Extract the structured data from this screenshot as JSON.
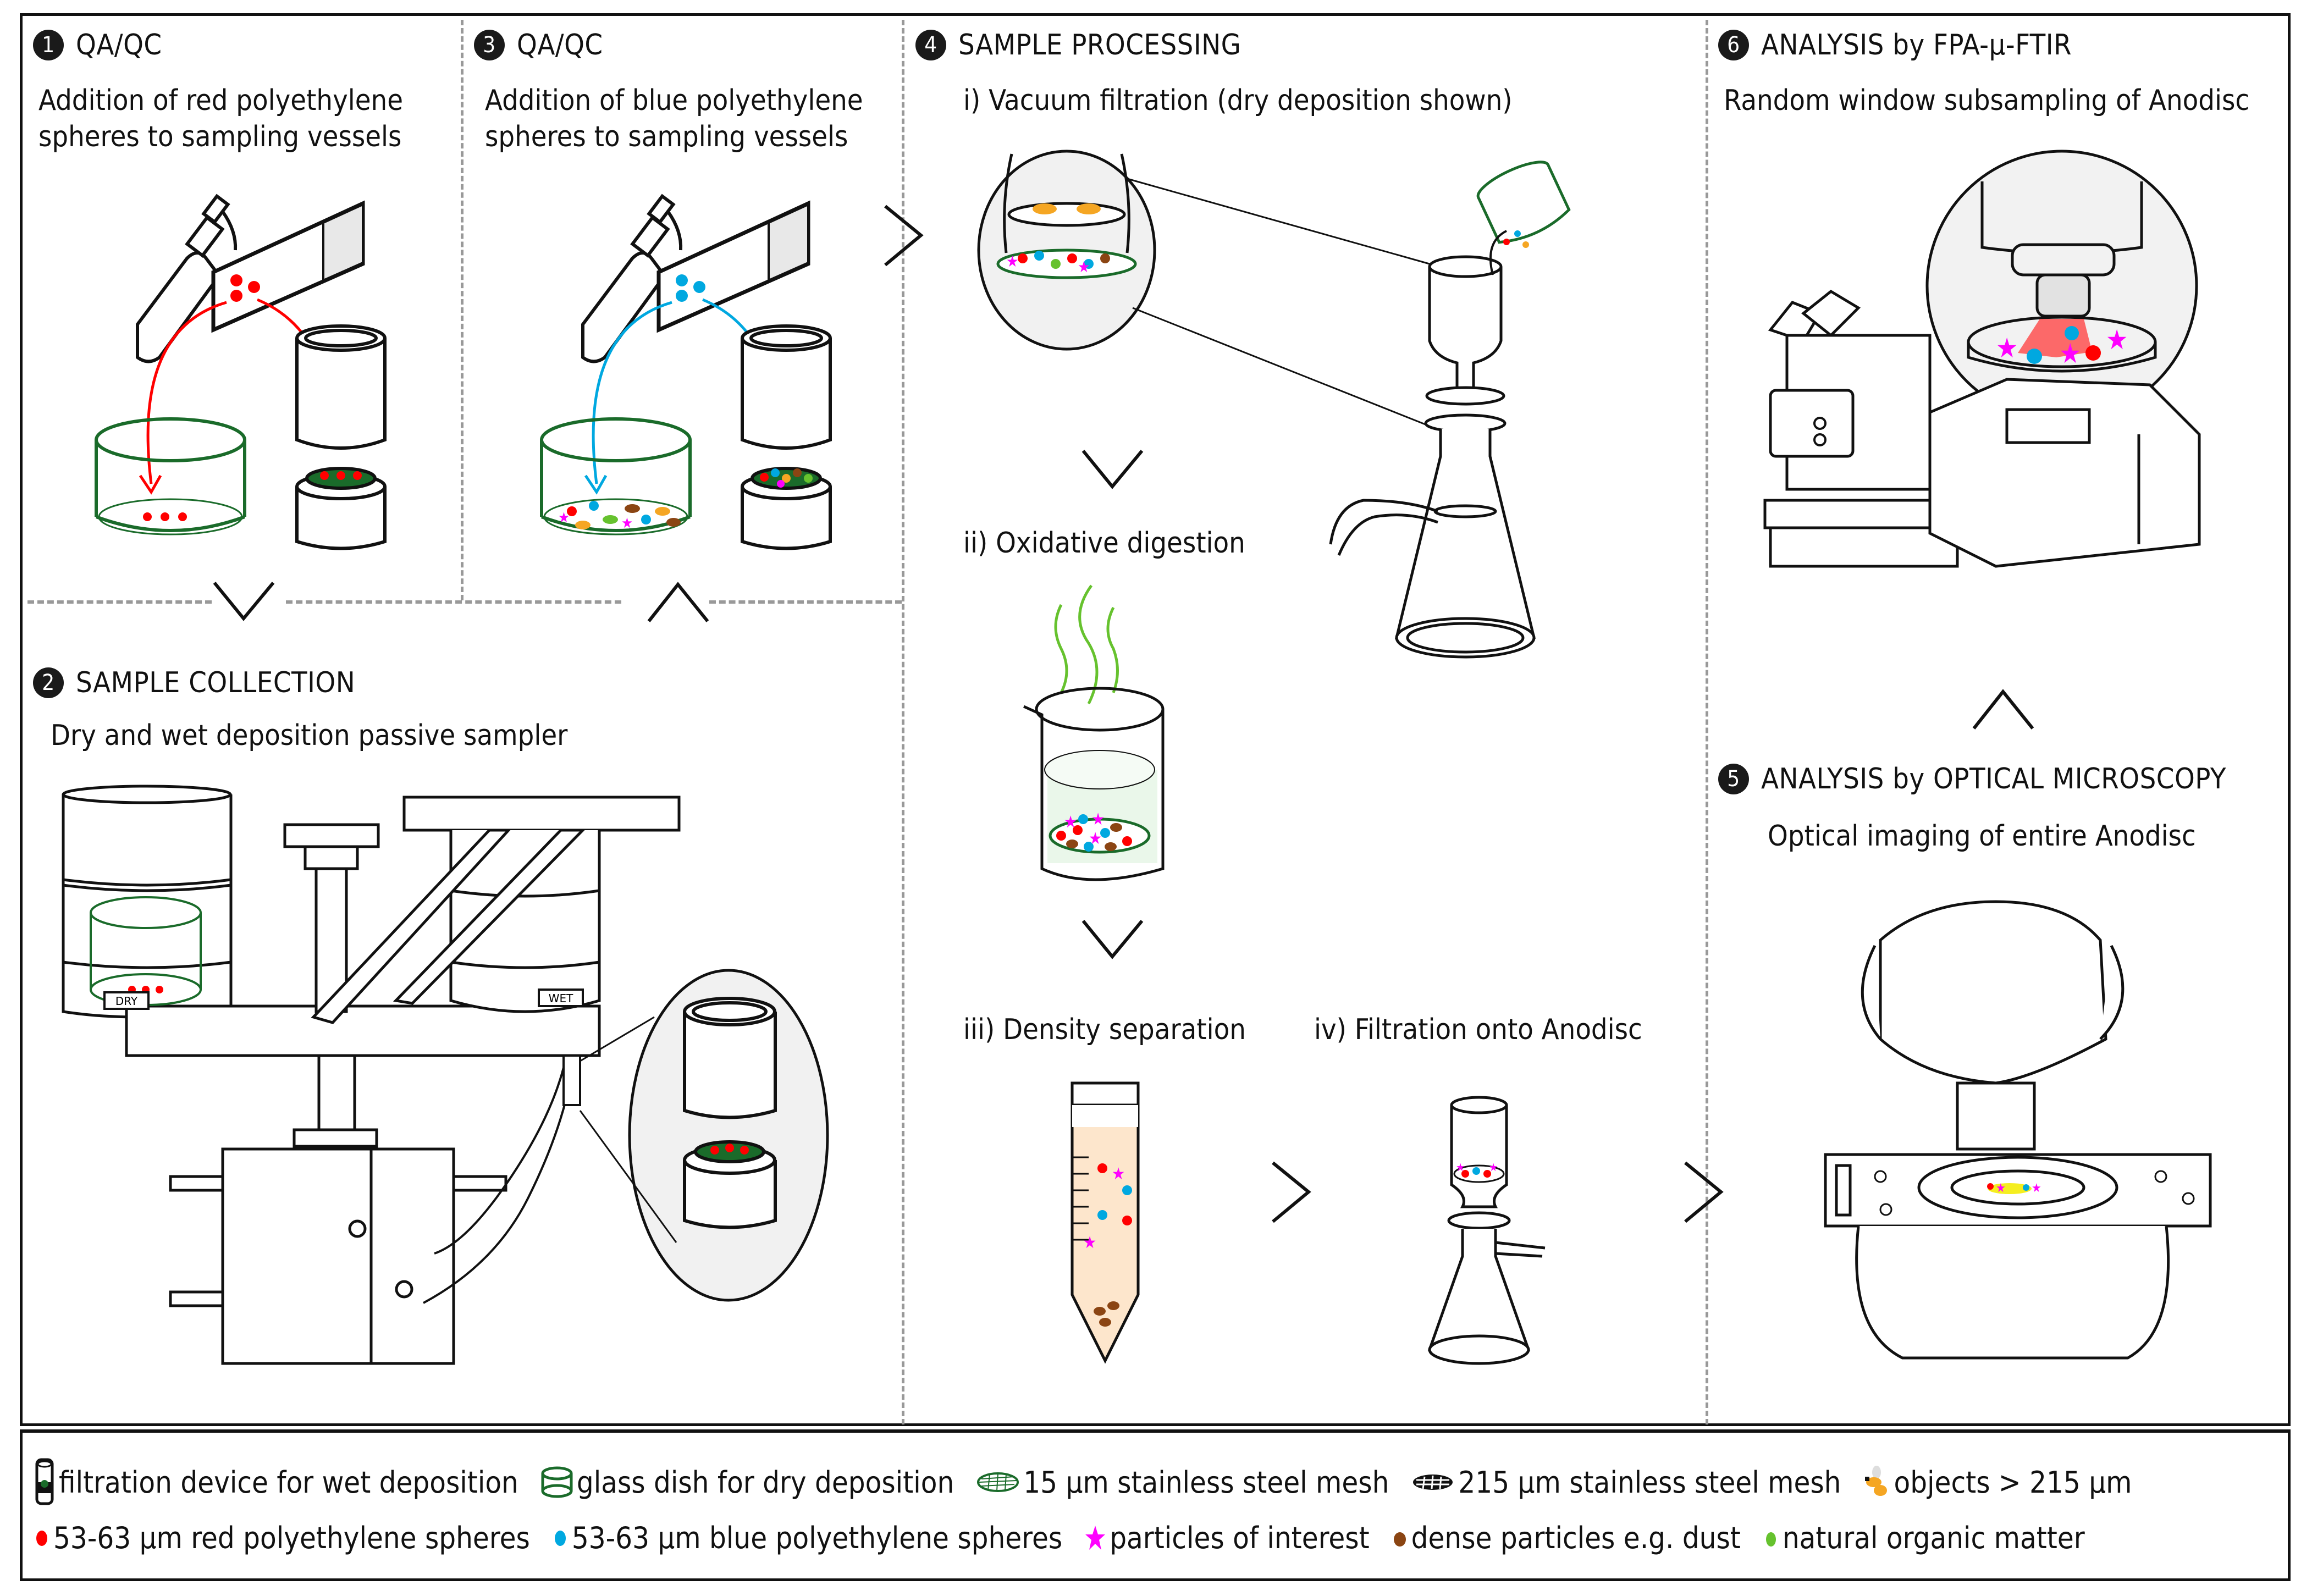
{
  "sections": {
    "s1": {
      "number": "1",
      "title": "QA/QC",
      "subtitle_lines": [
        "Addition of red polyethylene",
        "spheres to sampling vessels"
      ]
    },
    "s2": {
      "number": "2",
      "title": "SAMPLE COLLECTION",
      "subtitle": "Dry and wet deposition passive sampler",
      "labels": {
        "dry": "DRY",
        "wet": "WET"
      }
    },
    "s3": {
      "number": "3",
      "title": "QA/QC",
      "subtitle_lines": [
        "Addition of blue polyethylene",
        "spheres to sampling vessels"
      ]
    },
    "s4": {
      "number": "4",
      "title": "SAMPLE PROCESSING",
      "steps": {
        "i": "i) Vacuum filtration (dry deposition shown)",
        "ii": "ii) Oxidative digestion",
        "iii": "iii) Density separation",
        "iv": "iv) Filtration onto Anodisc"
      }
    },
    "s5": {
      "number": "5",
      "title": "ANALYSIS by OPTICAL MICROSCOPY",
      "subtitle": "Optical imaging of entire Anodisc"
    },
    "s6": {
      "number": "6",
      "title": "ANALYSIS by FPA-µ-FTIR",
      "subtitle": "Random window subsampling of Anodisc"
    }
  },
  "flow_arrows": {
    "s1_to_s2": "chevron-down",
    "s2_to_s3": "chevron-up",
    "s3_to_s4": "chevron-right",
    "i_to_ii": "chevron-down",
    "ii_to_iii": "chevron-down",
    "iii_to_iv": "chevron-right",
    "s4_to_s5": "chevron-right",
    "s5_to_s6": "chevron-up"
  },
  "legend": {
    "row1": [
      {
        "icon": "filtration-device-icon",
        "label": "filtration device for wet deposition"
      },
      {
        "icon": "glass-dish-icon",
        "label": "glass dish for dry deposition"
      },
      {
        "icon": "mesh-15-icon",
        "label": "15 µm stainless steel mesh"
      },
      {
        "icon": "mesh-215-icon",
        "label": "215 µm stainless steel mesh"
      },
      {
        "icon": "large-objects-icon",
        "label": "objects > 215 µm"
      }
    ],
    "row2": [
      {
        "icon": "red-sphere-icon",
        "label": "53-63 µm red polyethylene spheres"
      },
      {
        "icon": "blue-sphere-icon",
        "label": "53-63 µm blue polyethylene spheres"
      },
      {
        "icon": "star-icon",
        "label": "particles of interest"
      },
      {
        "icon": "brown-dot-icon",
        "label": "dense particles e.g. dust"
      },
      {
        "icon": "green-dot-icon",
        "label": "natural organic matter"
      }
    ]
  },
  "colors": {
    "red_sphere": "#ff0000",
    "blue_sphere": "#00a8e0",
    "particle_of_interest": "#ff00ff",
    "dense_particle": "#8b4513",
    "organic_matter": "#66c22e",
    "mesh_green": "#1a6b2a",
    "object_orange": "#f5a623"
  }
}
